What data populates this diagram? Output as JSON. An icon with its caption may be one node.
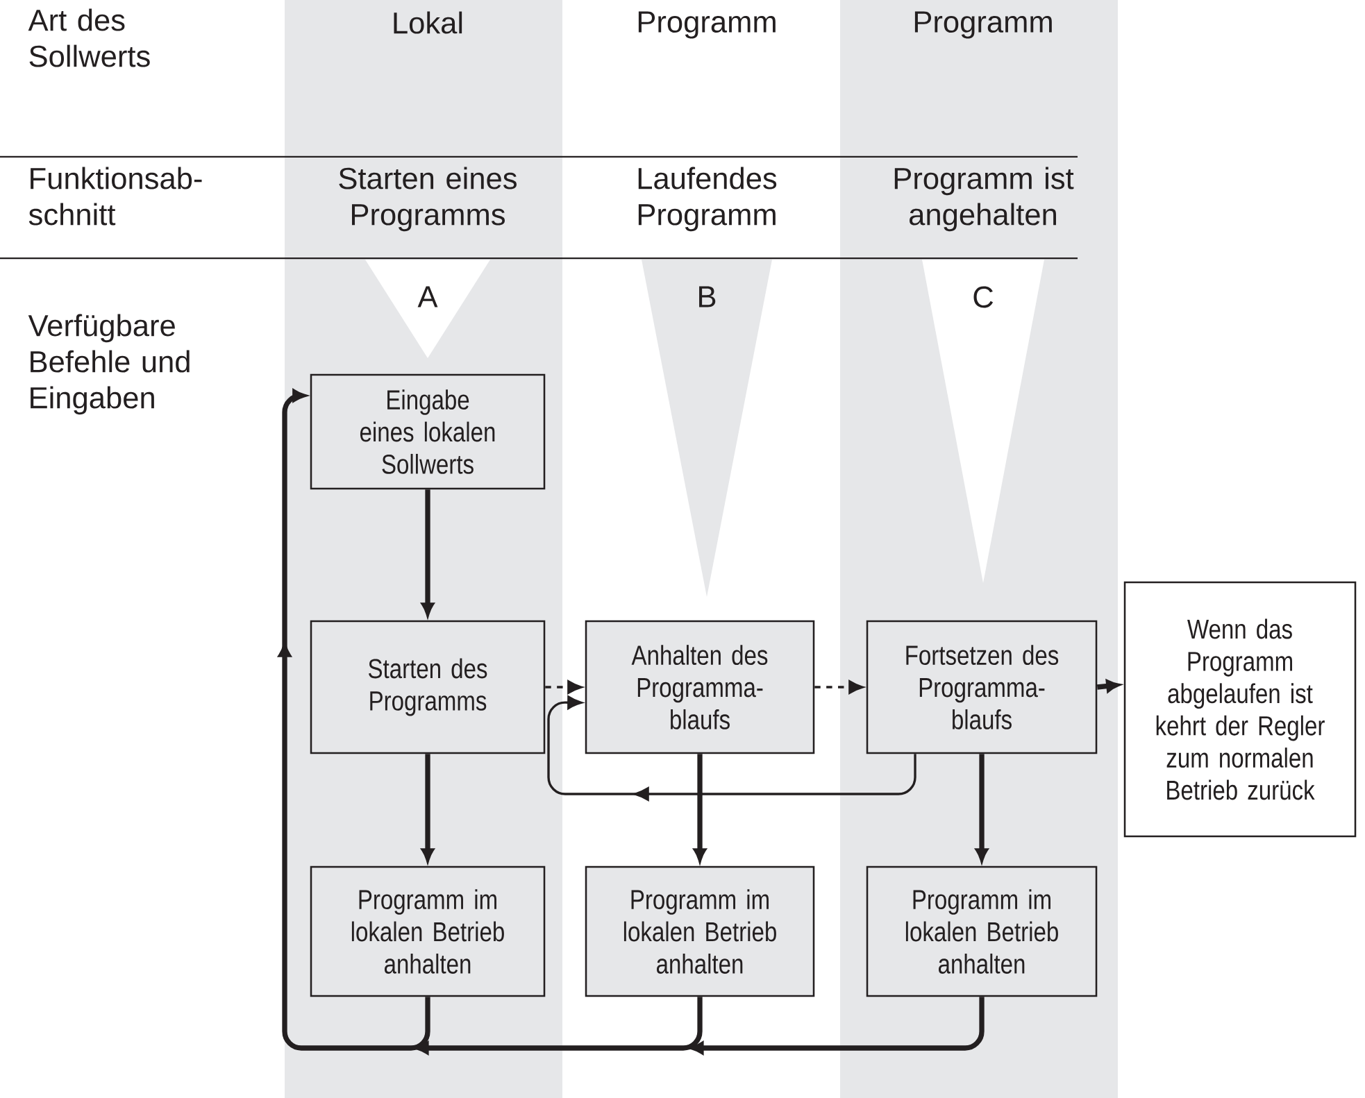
{
  "diagram": {
    "nodes": [
      {
        "text": [
          "Eingabe eines lokalen Sollwerts"
        ]
      },
      {
        "text": [
          "Starten des Programms"
        ]
      },
      {
        "text": [
          "Anhalten des Programma- blaufs"
        ]
      },
      {
        "text": [
          "Fortsetzen des Programma- blaufs"
        ]
      },
      {
        "text": [
          "Wenn das Programm abgelaufen ist kehrt der Regler zum normalen Betrieb zurück"
        ]
      },
      {
        "text": [
          "Programm im lokalen Betrieb anhalten"
        ]
      },
      {
        "text": [
          "Programm im lokalen Betrieb anhalten"
        ]
      },
      {
        "text": [
          "Programm im lokalen Betrieb anhalten"
        ]
      }
    ],
    "edges": [
      {
        "from": 0,
        "to": 1,
        "arrow": "to"
      },
      {
        "from": 1,
        "to": 2,
        "arrow": "to",
        "style": "dashed"
      },
      {
        "from": 2,
        "to": 3,
        "arrow": "to",
        "style": "dashed"
      },
      {
        "from": 3,
        "to": 2,
        "arrow": "to"
      },
      {
        "from": 3,
        "to": 4,
        "arrow": "to"
      },
      {
        "from": 1,
        "to": 5,
        "arrow": "to"
      },
      {
        "from": 2,
        "to": 6,
        "arrow": "to"
      },
      {
        "from": 3,
        "to": 7,
        "arrow": "to"
      },
      {
        "from": 5,
        "to": 0,
        "arrow": "to"
      },
      {
        "from": 6,
        "to": 0,
        "arrow": "to"
      },
      {
        "from": 7,
        "to": 0,
        "arrow": "to"
      }
    ],
    "labels": [
      "Art des Sollwerts",
      "Lokal",
      "Programm",
      "Programm",
      "Funktionsab- schnitt",
      "Starten eines Programms",
      "Laufendes Programm",
      "Programm ist angehalten",
      "A",
      "B",
      "C",
      "Verfügbare Befehle und Eingaben"
    ]
  }
}
